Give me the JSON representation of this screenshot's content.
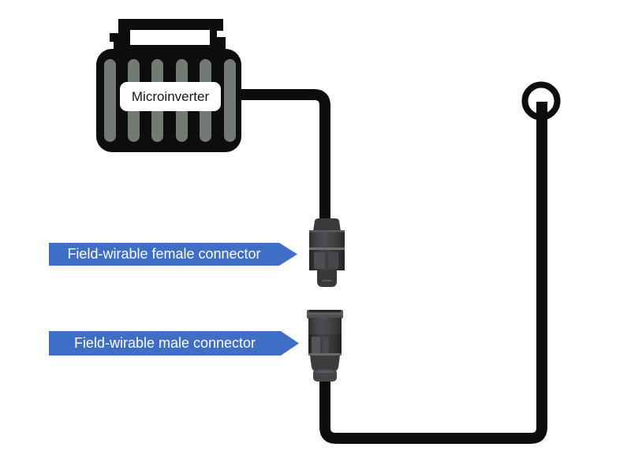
{
  "diagram": {
    "device_label": "Microinverter",
    "callouts": {
      "female_connector": "Field-wirable female connector",
      "male_connector": "Field-wirable male connector"
    },
    "colors": {
      "background": "#ffffff",
      "cable_black": "#0d0d0d",
      "device_body_black": "#0d0d0d",
      "device_slot_gray": "#717b74",
      "device_label_bg": "#ffffff",
      "device_label_text": "#161616",
      "callout_blue": "#3e6ec6",
      "callout_text": "#ffffff",
      "connector_gray_dark": "#2d2d2f",
      "connector_gray_mid": "#47474b",
      "connector_gray_light": "#5a5a5e"
    }
  }
}
